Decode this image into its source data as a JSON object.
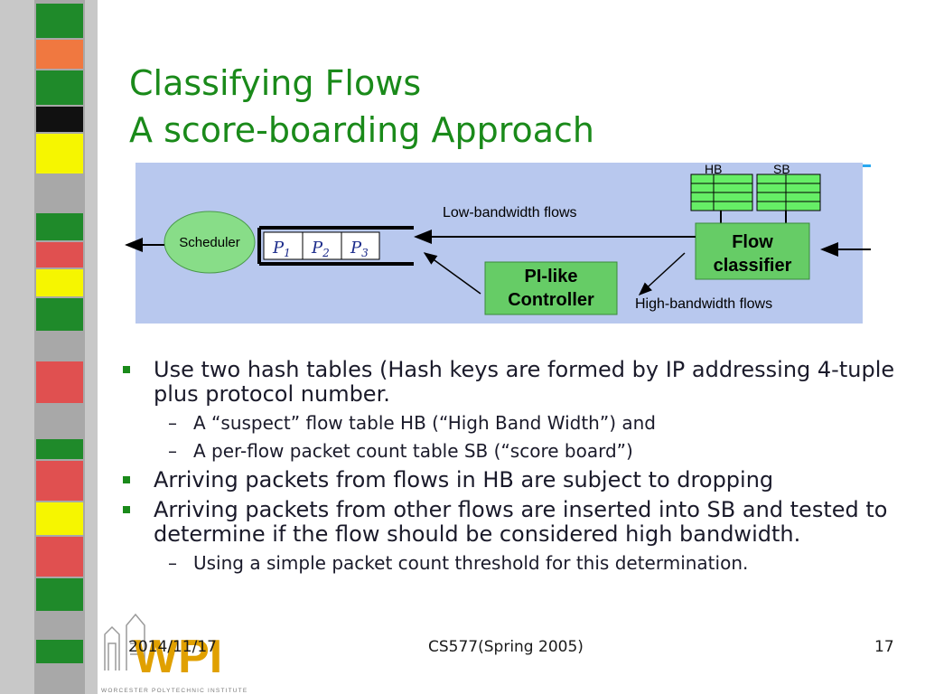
{
  "title": {
    "line1": "Classifying Flows",
    "line2": "A score-boarding Approach"
  },
  "diagram": {
    "hb_label": "HB",
    "sb_label": "SB",
    "low_bw_label": "Low-bandwidth flows",
    "high_bw_label": "High-bandwidth flows",
    "scheduler_label": "Scheduler",
    "queue": [
      {
        "letter": "P",
        "sub": "1"
      },
      {
        "letter": "P",
        "sub": "2"
      },
      {
        "letter": "P",
        "sub": "3"
      }
    ],
    "controller_line1": "PI-like",
    "controller_line2": "Controller",
    "classifier_line1": "Flow",
    "classifier_line2": "classifier"
  },
  "bullets": {
    "b1": "Use two hash tables (Hash keys are formed by IP addressing 4-tuple plus protocol number.",
    "b1_sub1": "A “suspect” flow table HB (“High Band Width”) and",
    "b1_sub2": "A per-flow packet count table SB (“score board”)",
    "b2": "Arriving packets from flows in HB are subject to dropping",
    "b3": "Arriving packets from other flows are inserted into SB and tested to determine if the flow should be considered high bandwidth.",
    "b3_sub1": "Using a simple packet count threshold for this determination."
  },
  "footer": {
    "date": "2014/11/17",
    "course": "CS577(Spring 2005)",
    "page": "17"
  },
  "logo": {
    "text": "WPI",
    "tagline": "WORCESTER POLYTECHNIC INSTITUTE"
  },
  "colors": {
    "title": "#1a8a1a",
    "box_green": "#66cc66",
    "diagram_bg": "#b8c8ee",
    "accent_line": "#2aa8f0"
  }
}
